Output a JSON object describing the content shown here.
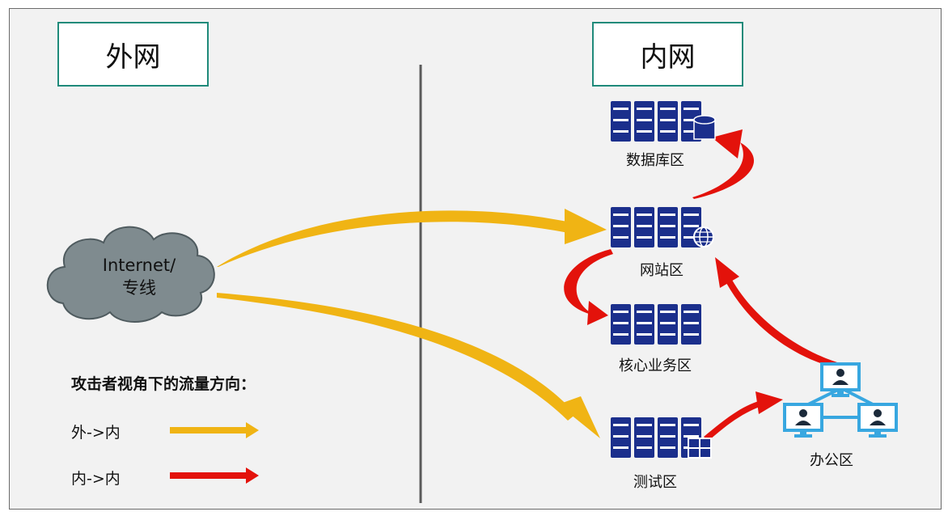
{
  "zones": {
    "external": "外网",
    "internal": "内网"
  },
  "cloud": {
    "line1": "Internet/",
    "line2": "专线"
  },
  "areas": {
    "database": "数据库区",
    "website": "网站区",
    "core": "核心业务区",
    "test": "测试区",
    "office": "办公区"
  },
  "legend": {
    "title": "攻击者视角下的流量方向：",
    "outside_in": "外->内",
    "inside_in": "内->内"
  },
  "colors": {
    "outside_in": "#f0b414",
    "inside_in": "#e3120b",
    "server": "#1b2f8c",
    "accent": "#1f8a7a",
    "office": "#38a7e0"
  },
  "icons": [
    "cloud-icon",
    "server-rack-icon",
    "database-icon",
    "globe-icon",
    "windows-icon",
    "workstation-icon"
  ]
}
